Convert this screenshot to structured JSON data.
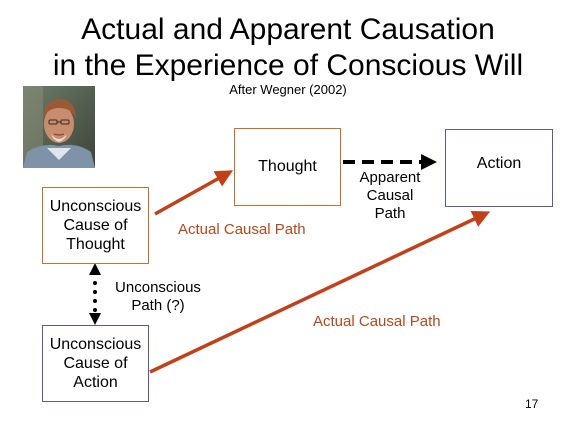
{
  "title": {
    "line1": "Actual and Apparent Causation",
    "line2": "in the Experience of Conscious Will",
    "subtitle": "After Wegner (2002)"
  },
  "boxes": {
    "thought": "Thought",
    "action": "Action",
    "unconscious_cause_of_thought": [
      "Unconscious",
      "Cause of",
      "Thought"
    ],
    "unconscious_cause_of_action": [
      "Unconscious",
      "Cause of",
      "Action"
    ]
  },
  "labels": {
    "actual_causal_path_1": "Actual Causal Path",
    "actual_causal_path_2": "Actual Causal Path",
    "apparent_causal_path": [
      "Apparent",
      "Causal",
      "Path"
    ],
    "unconscious_path": [
      "Unconscious",
      "Path (?)"
    ]
  },
  "page_number": "17",
  "colors": {
    "actual_arrow": "#c2401a",
    "orange_border": "#c8702a",
    "blue_border": "#5a5a9a",
    "label_red": "#b5471c"
  }
}
